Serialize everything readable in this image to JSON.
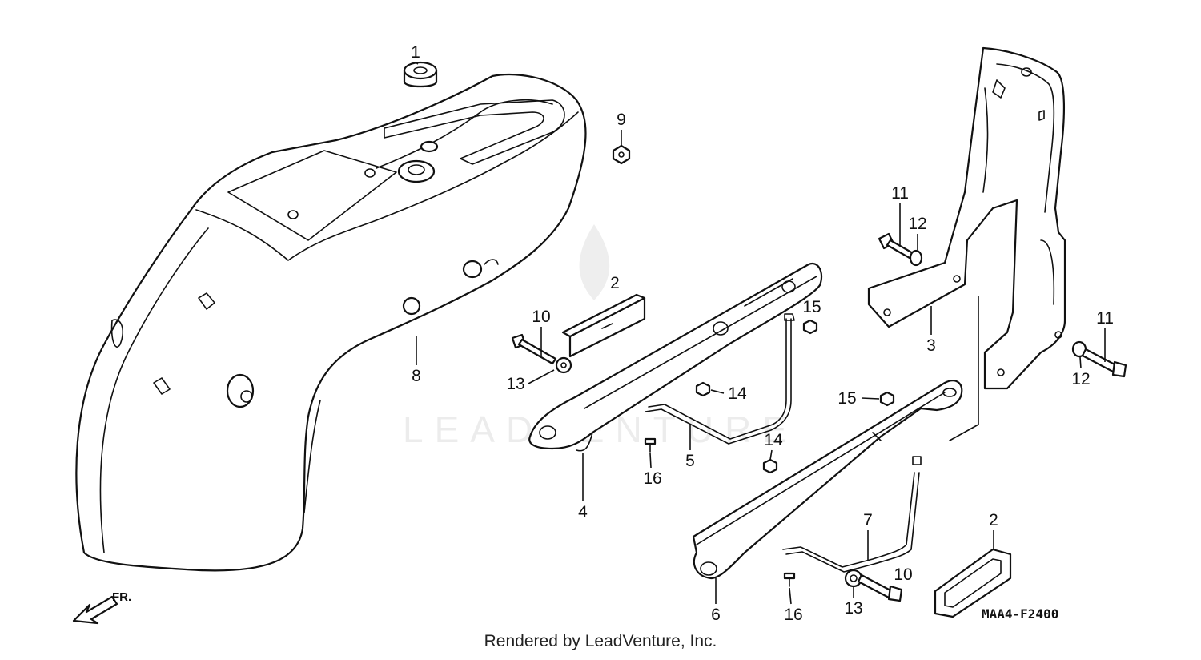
{
  "diagram": {
    "code": "MAA4-F2400",
    "direction_label": "FR.",
    "watermark": "LEADVENTURE",
    "footer": "Rendered by LeadVenture, Inc.",
    "callouts": [
      {
        "id": "c1",
        "label": "1"
      },
      {
        "id": "c2a",
        "label": "2"
      },
      {
        "id": "c2b",
        "label": "2"
      },
      {
        "id": "c3",
        "label": "3"
      },
      {
        "id": "c4",
        "label": "4"
      },
      {
        "id": "c5",
        "label": "5"
      },
      {
        "id": "c6",
        "label": "6"
      },
      {
        "id": "c7",
        "label": "7"
      },
      {
        "id": "c8",
        "label": "8"
      },
      {
        "id": "c9",
        "label": "9"
      },
      {
        "id": "c10a",
        "label": "10"
      },
      {
        "id": "c10b",
        "label": "10"
      },
      {
        "id": "c11a",
        "label": "11"
      },
      {
        "id": "c11b",
        "label": "11"
      },
      {
        "id": "c12a",
        "label": "12"
      },
      {
        "id": "c12b",
        "label": "12"
      },
      {
        "id": "c13a",
        "label": "13"
      },
      {
        "id": "c13b",
        "label": "13"
      },
      {
        "id": "c14a",
        "label": "14"
      },
      {
        "id": "c14b",
        "label": "14"
      },
      {
        "id": "c15a",
        "label": "15"
      },
      {
        "id": "c15b",
        "label": "15"
      },
      {
        "id": "c16a",
        "label": "16"
      },
      {
        "id": "c16b",
        "label": "16"
      }
    ]
  }
}
